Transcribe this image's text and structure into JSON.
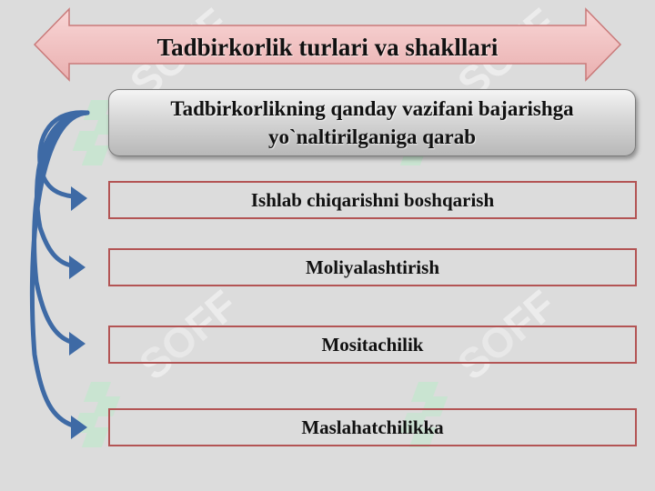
{
  "title": "Tadbirkorlik turlari va shakllari",
  "header": {
    "line1": "Tadbirkorlikning qanday vazifani bajarishga",
    "line2": "yo`naltirilganiga qarab"
  },
  "items": [
    {
      "label": "Ishlab chiqarishni  boshqarish"
    },
    {
      "label": "Moliyalashtirish"
    },
    {
      "label": "Mositachilik"
    },
    {
      "label": "Maslahatchilikka"
    }
  ],
  "watermark": {
    "text": "SOFF"
  },
  "colors": {
    "background": "#dcdcdc",
    "title_arrow_fill": "#f2c0c0",
    "title_arrow_stroke": "#c97a7a",
    "item_border": "#b35454",
    "connector_arrow": "#3e6aa5",
    "watermark_green": "#b8e6c6"
  },
  "icons": [
    "double-headed-arrow",
    "curved-arrow"
  ]
}
